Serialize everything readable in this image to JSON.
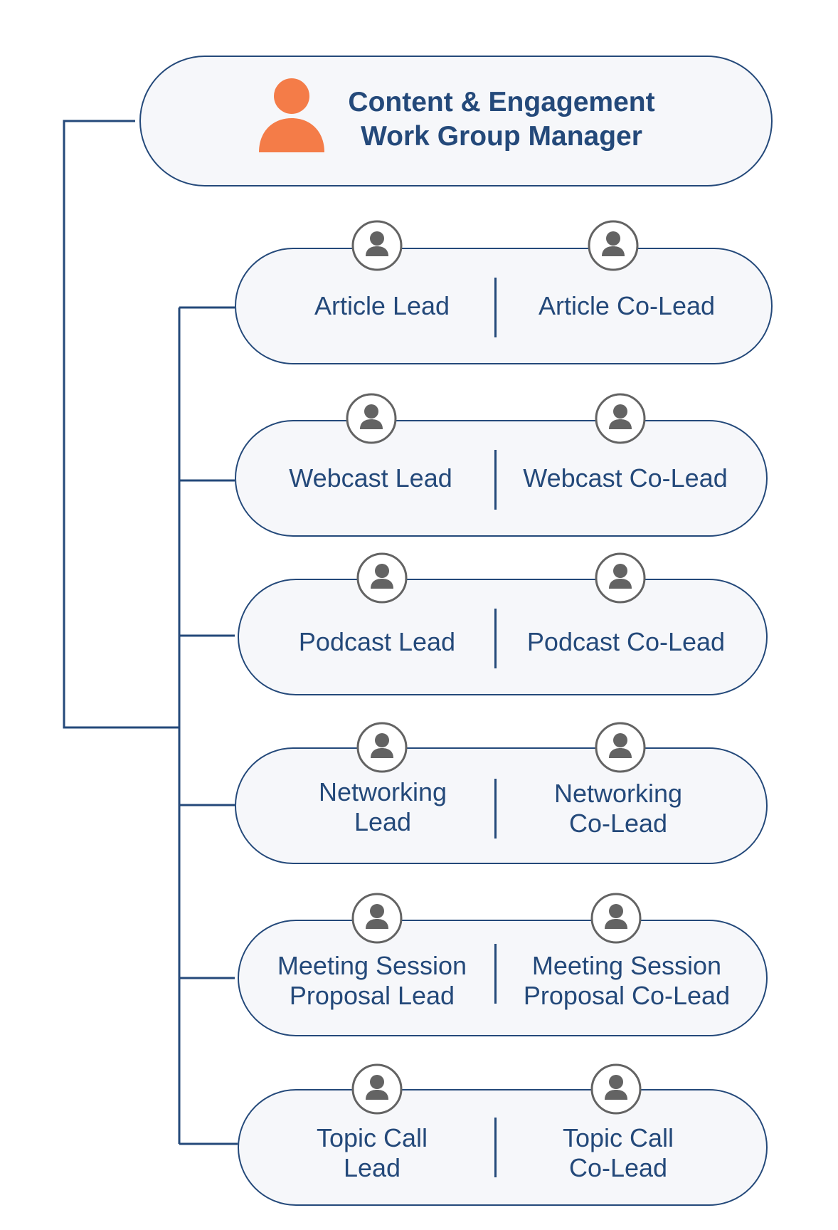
{
  "manager": {
    "title_line1": "Content & Engagement",
    "title_line2": "Work Group Manager",
    "icon": "person-icon",
    "icon_color": "#f47c48"
  },
  "colors": {
    "line": "#24497a",
    "text": "#24497a",
    "box_fill": "#f6f7fa",
    "person_icon": "#636363"
  },
  "roles": [
    {
      "lead": "Article Lead",
      "colead": "Article Co-Lead"
    },
    {
      "lead": "Webcast Lead",
      "colead": "Webcast Co-Lead"
    },
    {
      "lead": "Podcast Lead",
      "colead": "Podcast Co-Lead"
    },
    {
      "lead": "Networking\nLead",
      "colead": "Networking\nCo-Lead"
    },
    {
      "lead": "Meeting Session\nProposal Lead",
      "colead": "Meeting Session\nProposal Co-Lead"
    },
    {
      "lead": "Topic Call\nLead",
      "colead": "Topic Call\nCo-Lead"
    }
  ]
}
